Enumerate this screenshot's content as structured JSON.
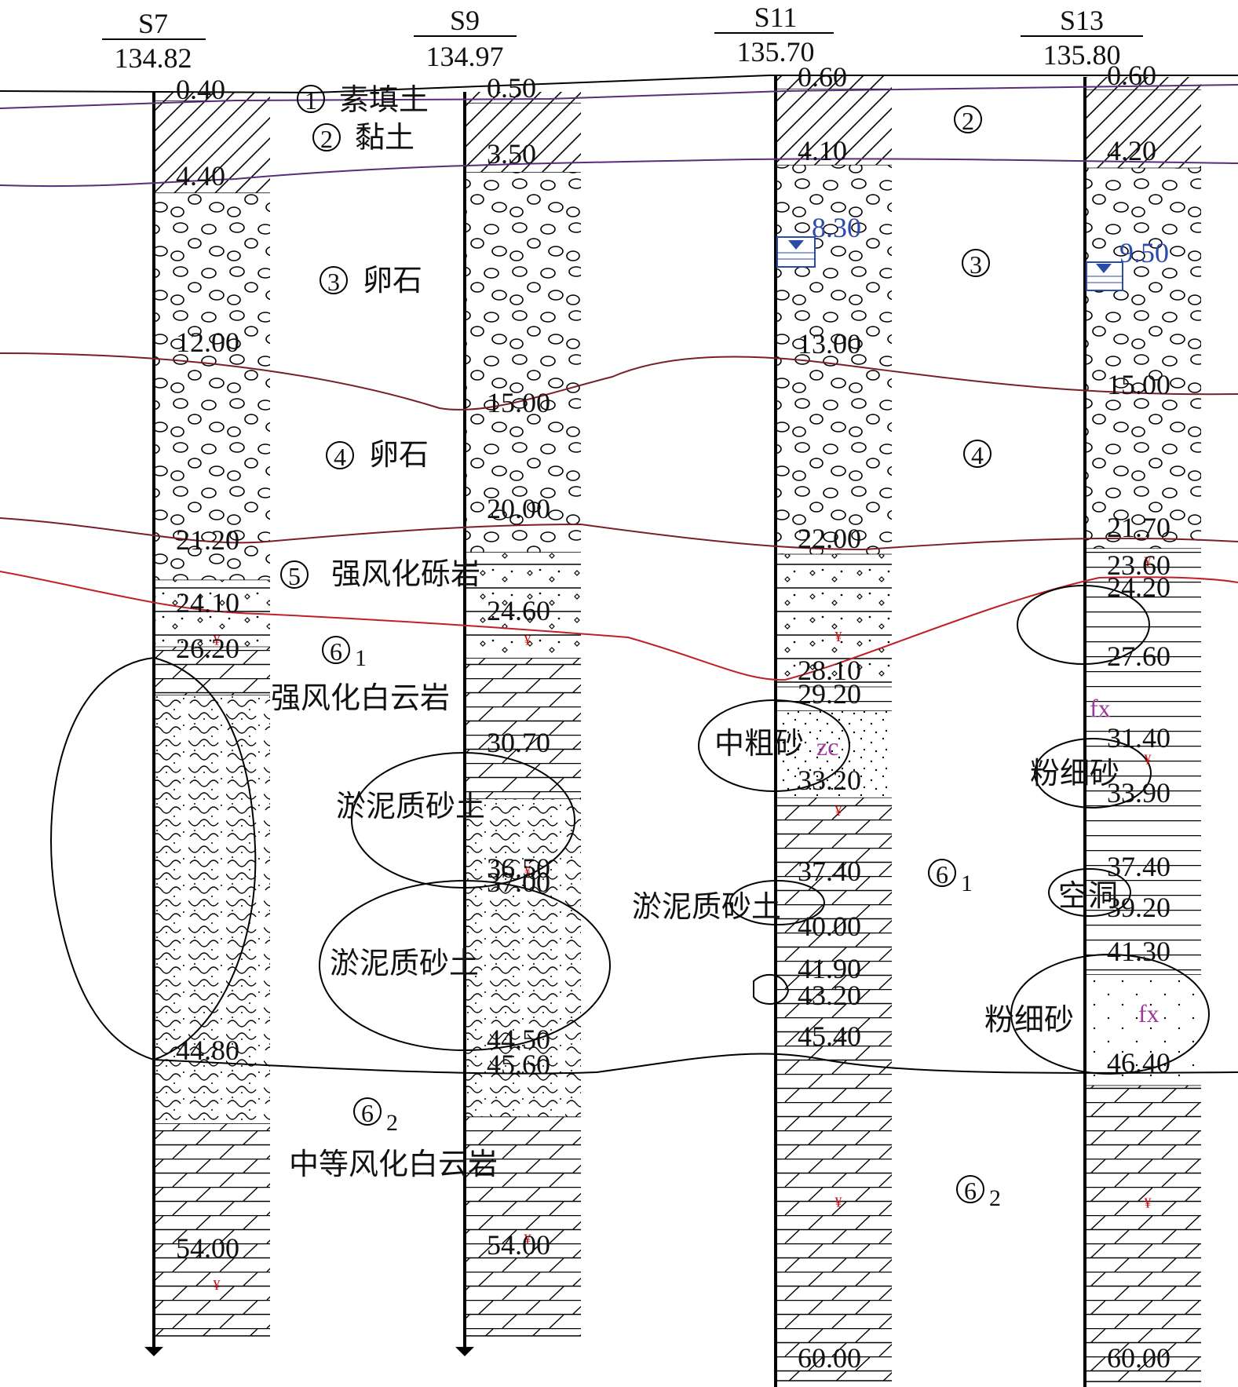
{
  "boreholes": [
    {
      "id": "S7",
      "elevation": "134.82",
      "depths": [
        "0.40",
        "4.40",
        "12.00",
        "21.20",
        "24.10",
        "26.20",
        "44.80",
        "54.00"
      ],
      "water_level": ""
    },
    {
      "id": "S9",
      "elevation": "134.97",
      "depths": [
        "0.50",
        "3.50",
        "15.00",
        "20.00",
        "24.60",
        "30.70",
        "36.50",
        "37.00",
        "44.50",
        "45.60",
        "54.00"
      ],
      "water_level": ""
    },
    {
      "id": "S11",
      "elevation": "135.70",
      "depths": [
        "0.60",
        "4.10",
        "13.00",
        "22.00",
        "28.10",
        "29.20",
        "33.20",
        "37.40",
        "40.00",
        "41.90",
        "43.20",
        "45.40",
        "60.00"
      ],
      "water_level": "8.30"
    },
    {
      "id": "S13",
      "elevation": "135.80",
      "depths": [
        "0.60",
        "4.20",
        "15.00",
        "21.70",
        "23.60",
        "24.20",
        "27.60",
        "31.40",
        "33.90",
        "37.40",
        "39.20",
        "41.30",
        "46.40",
        "60.00"
      ],
      "water_level": "9.50"
    }
  ],
  "layer_labels": [
    {
      "num": "1",
      "sub": "",
      "text": "素填土"
    },
    {
      "num": "2",
      "sub": "",
      "text": "黏土"
    },
    {
      "num": "3",
      "sub": "",
      "text": "卵石"
    },
    {
      "num": "4",
      "sub": "",
      "text": "卵石"
    },
    {
      "num": "5",
      "sub": "",
      "text": "强风化砾岩"
    },
    {
      "num": "6",
      "sub": "1",
      "text": "强风化白云岩"
    },
    {
      "num": "6",
      "sub": "2",
      "text": "中等风化白云岩"
    }
  ],
  "right_labels": [
    {
      "num": "2",
      "sub": ""
    },
    {
      "num": "3",
      "sub": ""
    },
    {
      "num": "4",
      "sub": ""
    },
    {
      "num": "6",
      "sub": "1"
    },
    {
      "num": "6",
      "sub": "2"
    }
  ],
  "lens_labels": {
    "silty_sand_1": "淤泥质砂土",
    "silty_sand_2": "淤泥质砂土",
    "silty_sand_3": "淤泥质砂土",
    "coarse_sand": "中粗砂",
    "coarse_sand_code": "zc",
    "fine_sand_1": "粉细砂",
    "fine_sand_2": "粉细砂",
    "fine_sand_code_1": "fx",
    "fine_sand_code_2": "fx",
    "cavity": "空洞"
  },
  "colors": {
    "layer_top": "#5a2c7a",
    "gravel_bottom": "#7a1e2a",
    "weathered_top": "#8b1a1a",
    "weathered_mid": "#c0202a",
    "rock_base": "#000000",
    "water_level": "#2c4aa8",
    "lens_code": "#9a3a9a",
    "sample_mark": "#d01010"
  },
  "icons": {
    "water_level": "water-level-triangle-icon",
    "borehole_end": "arrow-down-icon",
    "core_sample": "sample-mark-icon"
  }
}
